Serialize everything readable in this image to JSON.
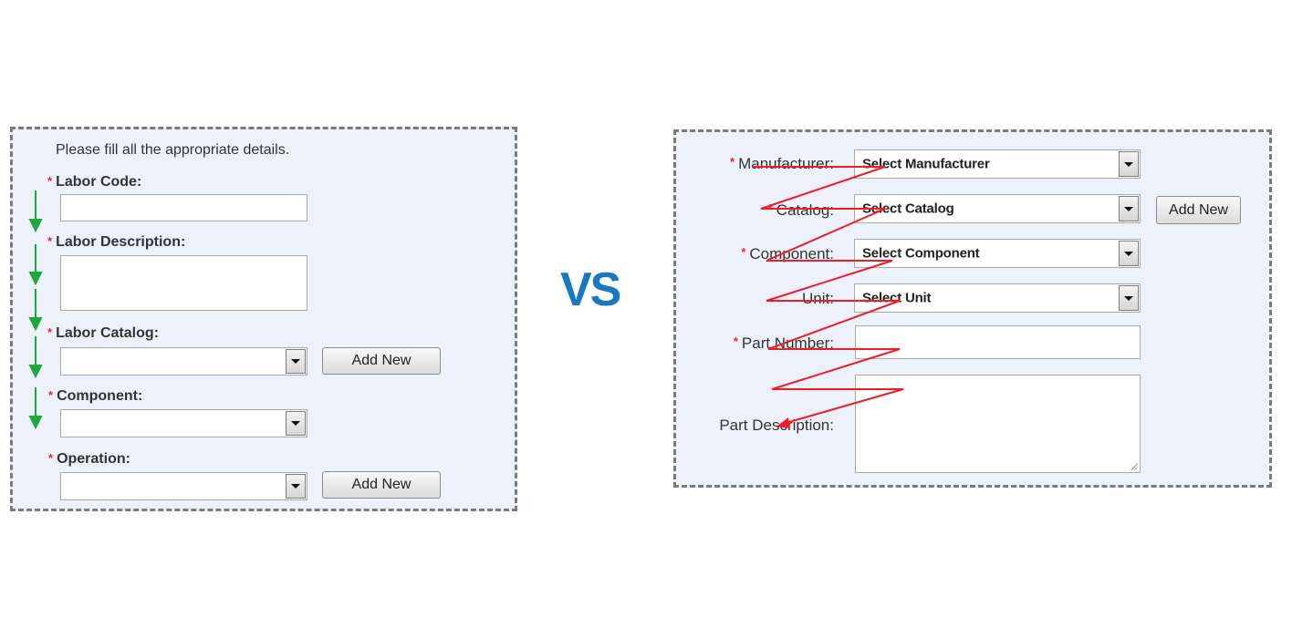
{
  "comparison_label": "VS",
  "left_form": {
    "intro": "Please fill all the appropriate details.",
    "required_marker": "*",
    "fields": {
      "labor_code": {
        "label": "Labor Code:",
        "value": ""
      },
      "labor_description": {
        "label": "Labor Description:",
        "value": ""
      },
      "labor_catalog": {
        "label": "Labor Catalog:",
        "selected": ""
      },
      "component": {
        "label": "Component:",
        "selected": ""
      },
      "operation": {
        "label": "Operation:",
        "selected": ""
      }
    },
    "add_new_label": "Add New",
    "flow_arrow_color": "#1ea83a"
  },
  "right_form": {
    "required_marker": "*",
    "fields": {
      "manufacturer": {
        "label": "Manufacturer:",
        "selected": "Select Manufacturer"
      },
      "catalog": {
        "label": "Catalog:",
        "selected": "Select Catalog"
      },
      "component": {
        "label": "Component:",
        "selected": "Select Component"
      },
      "unit": {
        "label": "Unit:",
        "selected": "Select Unit"
      },
      "part_number": {
        "label": "Part Number:",
        "value": ""
      },
      "part_description": {
        "label": "Part Description:",
        "value": ""
      }
    },
    "add_new_label": "Add New",
    "flow_line_color": "#ee1c25"
  }
}
